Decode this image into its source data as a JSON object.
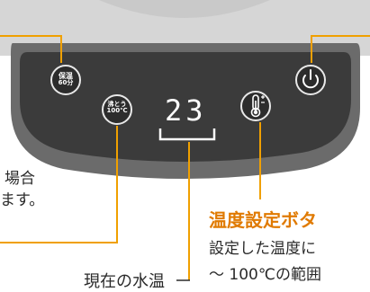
{
  "buttons": {
    "keep_warm": {
      "line1": "保温",
      "line2": "60分"
    },
    "boil": {
      "line1": "沸とう",
      "line2": "100℃"
    },
    "temp_set": {
      "icon": "thermometer-plus-minus-icon"
    },
    "power": {
      "icon": "power-icon"
    }
  },
  "display": {
    "temperature": "23"
  },
  "callouts": {
    "left_text_line1": "場合",
    "left_text_line2": "ます。",
    "current_temp_label": "現在の水温",
    "temp_button_title": "温度設定ボタ",
    "temp_button_desc_line1": "設定した温度に",
    "temp_button_desc_line2": "〜 100℃の範囲"
  },
  "colors": {
    "body_dark": "#3a3a3a",
    "body_mid": "#5a5a5a",
    "top_gray": "#d2d2d2",
    "accent_orange": "#e07a00",
    "leader_orange": "#f0a000"
  }
}
